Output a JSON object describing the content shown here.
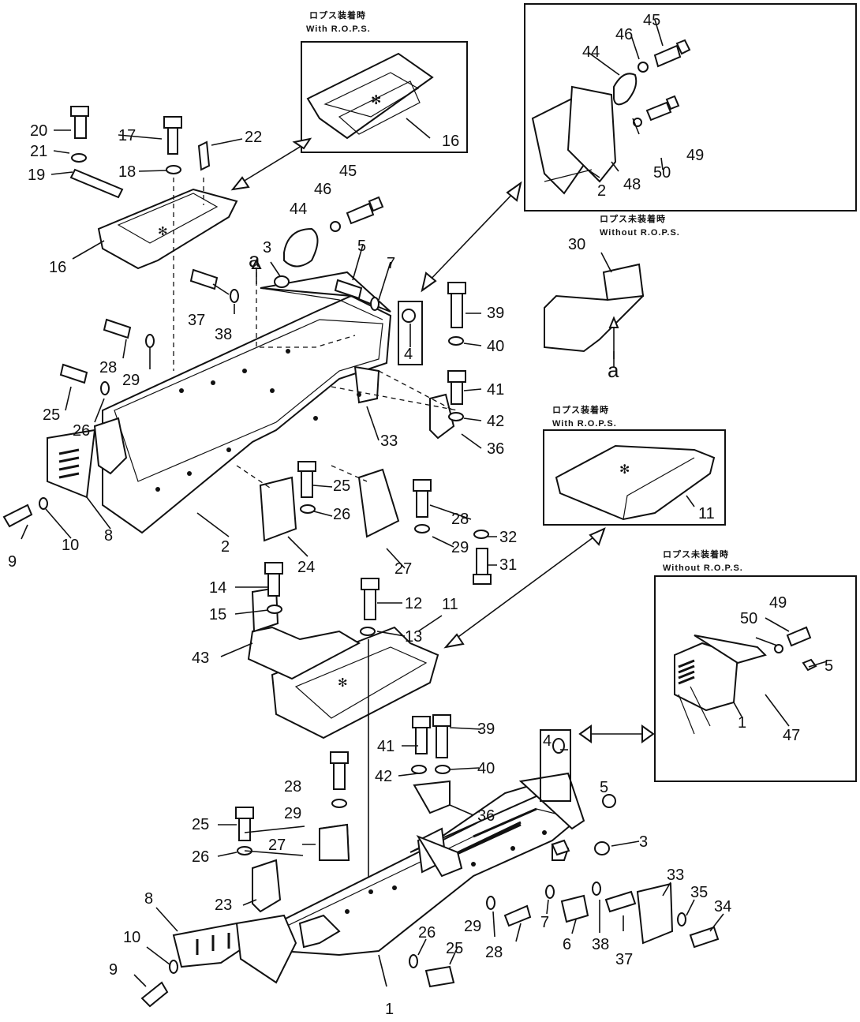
{
  "inset_captions": {
    "with_rops_top": {
      "line1": "ロプス装着時",
      "line2": "With R.O.P.S."
    },
    "without_rops_top": {
      "line1": "ロプス未装着時",
      "line2": "Without R.O.P.S."
    },
    "with_rops_mid": {
      "line1": "ロプス装着時",
      "line2": "With R.O.P.S."
    },
    "without_rops_right": {
      "line1": "ロプス未装着時",
      "line2": "Without R.O.P.S."
    }
  },
  "view_markers": {
    "top": "a",
    "right": "a"
  },
  "labels": [
    {
      "key": "l20a",
      "text": "20"
    },
    {
      "key": "l21a",
      "text": "21"
    },
    {
      "key": "l19",
      "text": "19"
    },
    {
      "key": "l17",
      "text": "17"
    },
    {
      "key": "l18",
      "text": "18"
    },
    {
      "key": "l22",
      "text": "22"
    },
    {
      "key": "l16a",
      "text": "16"
    },
    {
      "key": "l16b",
      "text": "16"
    },
    {
      "key": "l44a",
      "text": "44"
    },
    {
      "key": "l46a",
      "text": "46"
    },
    {
      "key": "l45a",
      "text": "45"
    },
    {
      "key": "l3a",
      "text": "3"
    },
    {
      "key": "l5a",
      "text": "5"
    },
    {
      "key": "l7a",
      "text": "7"
    },
    {
      "key": "l4a",
      "text": "4"
    },
    {
      "key": "l37a",
      "text": "37"
    },
    {
      "key": "l38a",
      "text": "38"
    },
    {
      "key": "l28a",
      "text": "28"
    },
    {
      "key": "l29a",
      "text": "29"
    },
    {
      "key": "l25a",
      "text": "25"
    },
    {
      "key": "l26a",
      "text": "26"
    },
    {
      "key": "l39a",
      "text": "39"
    },
    {
      "key": "l40a",
      "text": "40"
    },
    {
      "key": "l41a",
      "text": "41"
    },
    {
      "key": "l42a",
      "text": "42"
    },
    {
      "key": "l36a",
      "text": "36"
    },
    {
      "key": "l33a",
      "text": "33"
    },
    {
      "key": "l9a",
      "text": "9"
    },
    {
      "key": "l10a",
      "text": "10"
    },
    {
      "key": "l8a",
      "text": "8"
    },
    {
      "key": "l2a",
      "text": "2"
    },
    {
      "key": "l25b",
      "text": "25"
    },
    {
      "key": "l26b",
      "text": "26"
    },
    {
      "key": "l24",
      "text": "24"
    },
    {
      "key": "l28b",
      "text": "28"
    },
    {
      "key": "l29b",
      "text": "29"
    },
    {
      "key": "l27a",
      "text": "27"
    },
    {
      "key": "l32",
      "text": "32"
    },
    {
      "key": "l31",
      "text": "31"
    },
    {
      "key": "l14",
      "text": "14"
    },
    {
      "key": "l15",
      "text": "15"
    },
    {
      "key": "l43",
      "text": "43"
    },
    {
      "key": "l12",
      "text": "12"
    },
    {
      "key": "l13",
      "text": "13"
    },
    {
      "key": "l11a",
      "text": "11"
    },
    {
      "key": "l11b",
      "text": "11"
    },
    {
      "key": "l44b",
      "text": "44"
    },
    {
      "key": "l46b",
      "text": "46"
    },
    {
      "key": "l45b",
      "text": "45"
    },
    {
      "key": "l49a",
      "text": "49"
    },
    {
      "key": "l50a",
      "text": "50"
    },
    {
      "key": "l48",
      "text": "48"
    },
    {
      "key": "l2b",
      "text": "2"
    },
    {
      "key": "l30",
      "text": "30"
    },
    {
      "key": "l49b",
      "text": "49"
    },
    {
      "key": "l50b",
      "text": "50"
    },
    {
      "key": "l5b",
      "text": "5"
    },
    {
      "key": "l47",
      "text": "47"
    },
    {
      "key": "l1a",
      "text": "1"
    },
    {
      "key": "l41b",
      "text": "41"
    },
    {
      "key": "l39b",
      "text": "39"
    },
    {
      "key": "l42b",
      "text": "42"
    },
    {
      "key": "l40b",
      "text": "40"
    },
    {
      "key": "l36b",
      "text": "36"
    },
    {
      "key": "l4b",
      "text": "4"
    },
    {
      "key": "l5c",
      "text": "5"
    },
    {
      "key": "l3b",
      "text": "3"
    },
    {
      "key": "l28c",
      "text": "28"
    },
    {
      "key": "l29c",
      "text": "29"
    },
    {
      "key": "l25c",
      "text": "25"
    },
    {
      "key": "l26c",
      "text": "26"
    },
    {
      "key": "l27b",
      "text": "27"
    },
    {
      "key": "l23",
      "text": "23"
    },
    {
      "key": "l8b",
      "text": "8"
    },
    {
      "key": "l10b",
      "text": "10"
    },
    {
      "key": "l9b",
      "text": "9"
    },
    {
      "key": "l26d",
      "text": "26"
    },
    {
      "key": "l25d",
      "text": "25"
    },
    {
      "key": "l29d",
      "text": "29"
    },
    {
      "key": "l28d",
      "text": "28"
    },
    {
      "key": "l7b",
      "text": "7"
    },
    {
      "key": "l6",
      "text": "6"
    },
    {
      "key": "l38b",
      "text": "38"
    },
    {
      "key": "l37b",
      "text": "37"
    },
    {
      "key": "l33b",
      "text": "33"
    },
    {
      "key": "l35",
      "text": "35"
    },
    {
      "key": "l34",
      "text": "34"
    },
    {
      "key": "l1b",
      "text": "1"
    }
  ]
}
